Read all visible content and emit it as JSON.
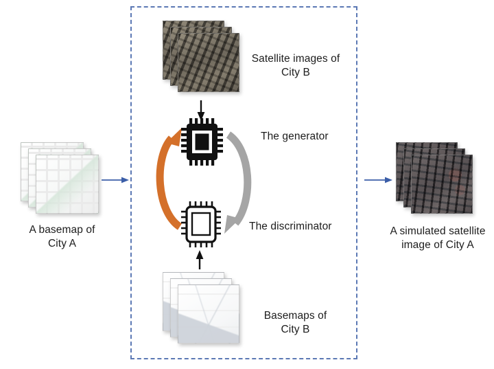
{
  "diagram": {
    "title": "GAN-based satellite image simulation workflow",
    "colors": {
      "dashed_border": "#5b78b4",
      "blue_arrow": "#3b5ea8",
      "orange_arrow": "#d4702a",
      "gray_arrow": "#a0a0a0",
      "text": "#1c1c1c"
    }
  },
  "input": {
    "label": "A basemap of\nCity A",
    "stack_name": "basemap-city-a-stack",
    "tile_count": 3
  },
  "output": {
    "label": "A simulated satellite\nimage of City A",
    "stack_name": "simulated-satellite-city-a-stack",
    "tile_count": 3
  },
  "training_box": {
    "name": "training-box",
    "satellite_images": {
      "label": "Satellite images of\nCity B",
      "stack_name": "satellite-images-city-b-stack",
      "tile_count": 3
    },
    "basemaps": {
      "label": "Basemaps of\nCity B",
      "stack_name": "basemaps-city-b-stack",
      "tile_count": 3
    },
    "generator": {
      "label": "The generator",
      "icon": "chip-icon-filled"
    },
    "discriminator": {
      "label": "The discriminator",
      "icon": "chip-icon-outline"
    },
    "arrows": {
      "satellite_to_generator": "down-arrow-icon",
      "basemaps_to_discriminator": "up-arrow-icon",
      "generator_to_discriminator": "gray-curved-arrow-icon",
      "discriminator_to_generator": "orange-curved-arrow-icon"
    }
  },
  "flow_arrows": {
    "input_to_box": "right-arrow-icon",
    "box_to_output": "right-arrow-icon"
  }
}
